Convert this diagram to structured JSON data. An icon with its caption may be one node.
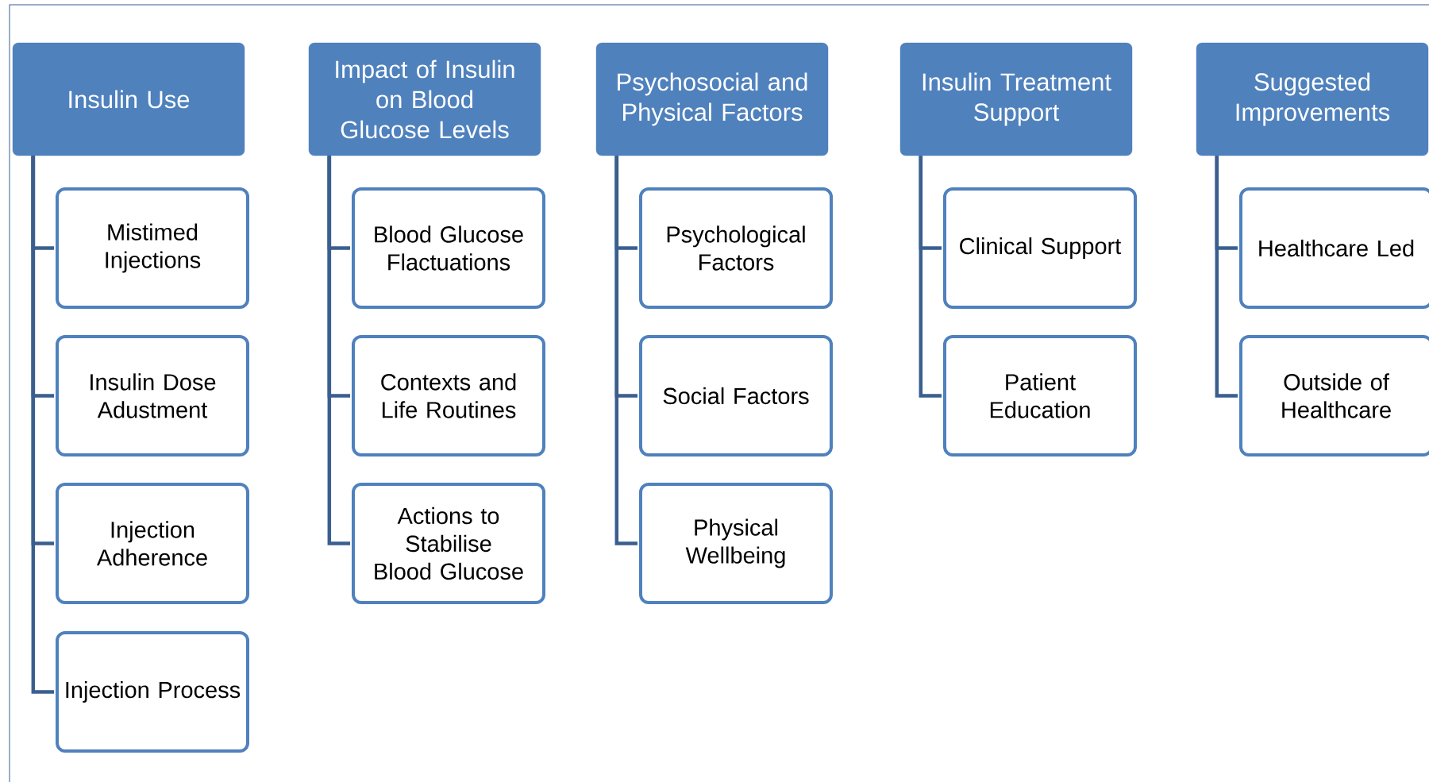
{
  "diagram": {
    "nodes": [
      {
        "text": [
          "Insulin Use"
        ]
      },
      {
        "text": [
          "Mistimed Injections"
        ]
      },
      {
        "text": [
          "Insulin Dose Adustment"
        ]
      },
      {
        "text": [
          "Injection Adherence"
        ]
      },
      {
        "text": [
          "Injection Process"
        ]
      },
      {
        "text": [
          "Impact of Insulin on Blood Glucose Levels"
        ]
      },
      {
        "text": [
          "Blood Glucose Flactuations"
        ]
      },
      {
        "text": [
          "Contexts and Life Routines"
        ]
      },
      {
        "text": [
          "Actions to Stabilise Blood Glucose"
        ]
      },
      {
        "text": [
          "Psychosocial and Physical Factors"
        ]
      },
      {
        "text": [
          "Psychological Factors"
        ]
      },
      {
        "text": [
          "Social Factors"
        ]
      },
      {
        "text": [
          "Physical Wellbeing"
        ]
      },
      {
        "text": [
          "Insulin Treatment Support"
        ]
      },
      {
        "text": [
          "Clinical Support"
        ]
      },
      {
        "text": [
          "Patient Education"
        ]
      },
      {
        "text": [
          "Suggested Improvements"
        ]
      },
      {
        "text": [
          "Healthcare Led"
        ]
      },
      {
        "text": [
          "Outside of Healthcare"
        ]
      }
    ],
    "edges": [
      {
        "from": 0,
        "to": 1,
        "arrow": "none"
      },
      {
        "from": 0,
        "to": 2,
        "arrow": "none"
      },
      {
        "from": 0,
        "to": 3,
        "arrow": "none"
      },
      {
        "from": 0,
        "to": 4,
        "arrow": "none"
      },
      {
        "from": 5,
        "to": 6,
        "arrow": "none"
      },
      {
        "from": 5,
        "to": 7,
        "arrow": "none"
      },
      {
        "from": 5,
        "to": 8,
        "arrow": "none"
      },
      {
        "from": 9,
        "to": 10,
        "arrow": "none"
      },
      {
        "from": 9,
        "to": 11,
        "arrow": "none"
      },
      {
        "from": 9,
        "to": 12,
        "arrow": "none"
      },
      {
        "from": 13,
        "to": 14,
        "arrow": "none"
      },
      {
        "from": 13,
        "to": 15,
        "arrow": "none"
      },
      {
        "from": 16,
        "to": 17,
        "arrow": "none"
      },
      {
        "from": 16,
        "to": 18,
        "arrow": "none"
      }
    ]
  }
}
